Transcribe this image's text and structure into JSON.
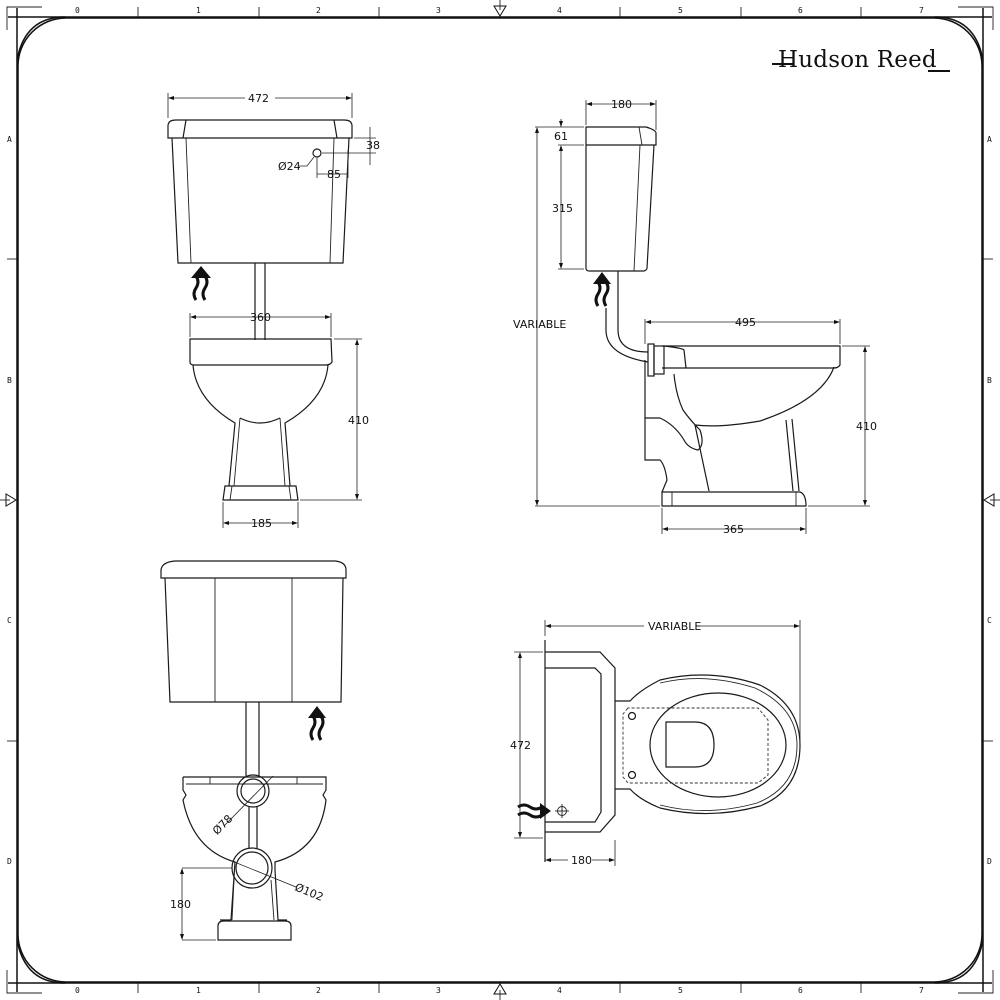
{
  "brand": {
    "name": "Hudson Reed"
  },
  "ruler": {
    "columns": [
      "0",
      "1",
      "2",
      "3",
      "4",
      "5",
      "6",
      "7"
    ],
    "rows": [
      "A",
      "B",
      "C",
      "D"
    ]
  },
  "views": {
    "front_cistern": {
      "width": "472",
      "top_offset": "38",
      "side_offset": "85",
      "hole_diameter": "Ø24"
    },
    "front_pan": {
      "rim_width": "360",
      "height": "410",
      "base_width": "185"
    },
    "side": {
      "cistern_depth": "180",
      "lid_height": "61",
      "cistern_body_height": "315",
      "overall_height": "VARIABLE",
      "pan_projection": "495",
      "pan_height": "410",
      "base_depth": "365"
    },
    "rear": {
      "flush_inlet_diameter": "Ø78",
      "outlet_diameter": "Ø102",
      "outlet_height": "180"
    },
    "plan": {
      "overall_length": "VARIABLE",
      "cistern_width": "472",
      "cistern_depth": "180"
    }
  },
  "colors": {
    "line": "#1a1a1a",
    "background": "#ffffff"
  }
}
